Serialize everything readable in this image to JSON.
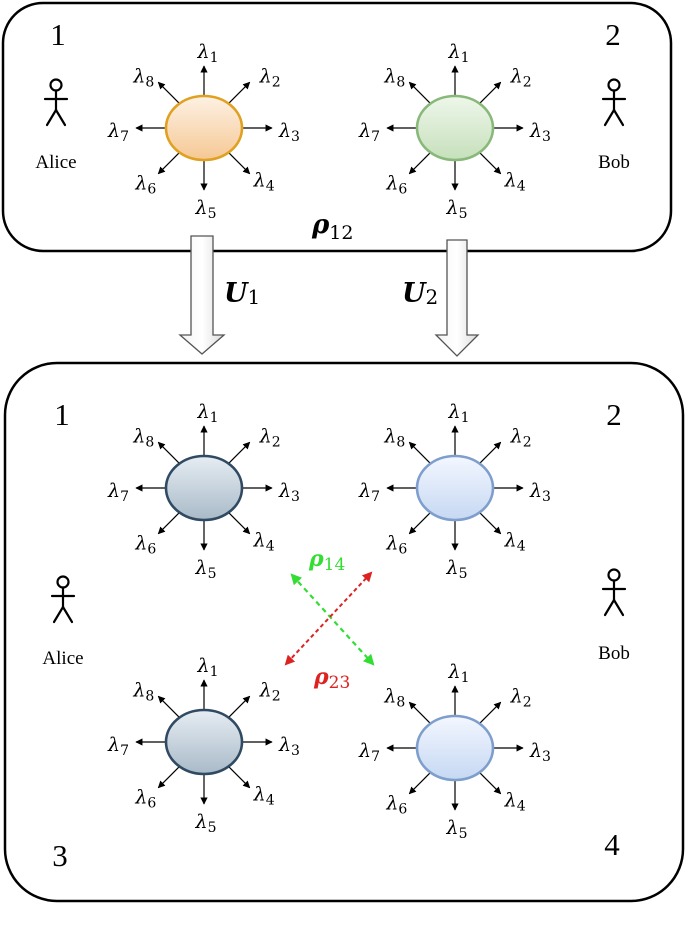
{
  "top_box": {
    "corner_labels": [
      "1",
      "2"
    ],
    "alice_label": "Alice",
    "bob_label": "Bob",
    "state": {
      "symbol": "ρ",
      "subscript": "12"
    },
    "nodes": [
      {
        "fill_top": "#fdf1e4",
        "fill_bottom": "#f6c894",
        "stroke": "#e0a020"
      },
      {
        "fill_top": "#eef7ea",
        "fill_bottom": "#c6e0bb",
        "stroke": "#88b87a"
      }
    ]
  },
  "arrows": [
    {
      "symbol": "U",
      "subscript": "1"
    },
    {
      "symbol": "U",
      "subscript": "2"
    }
  ],
  "bottom_box": {
    "corner_labels": [
      "1",
      "2",
      "3",
      "4"
    ],
    "alice_label": "Alice",
    "bob_label": "Bob",
    "nodes": [
      {
        "fill_top": "#e6edf3",
        "fill_bottom": "#a9bac8",
        "stroke": "#2f4a62"
      },
      {
        "fill_top": "#f3f7ff",
        "fill_bottom": "#c6d8f2",
        "stroke": "#7e9ecd"
      },
      {
        "fill_top": "#e6edf3",
        "fill_bottom": "#a9bac8",
        "stroke": "#2f4a62"
      },
      {
        "fill_top": "#f3f7ff",
        "fill_bottom": "#c6d8f2",
        "stroke": "#7e9ecd"
      }
    ],
    "correlations": [
      {
        "symbol": "ρ",
        "subscript": "14",
        "color": "#33dd33"
      },
      {
        "symbol": "ρ",
        "subscript": "23",
        "color": "#dd2222"
      }
    ]
  },
  "ray_labels": [
    {
      "symbol": "λ",
      "subscript": "1"
    },
    {
      "symbol": "λ",
      "subscript": "2"
    },
    {
      "symbol": "λ",
      "subscript": "3"
    },
    {
      "symbol": "λ",
      "subscript": "4"
    },
    {
      "symbol": "λ",
      "subscript": "5"
    },
    {
      "symbol": "λ",
      "subscript": "6"
    },
    {
      "symbol": "λ",
      "subscript": "7"
    },
    {
      "symbol": "λ",
      "subscript": "8"
    }
  ]
}
